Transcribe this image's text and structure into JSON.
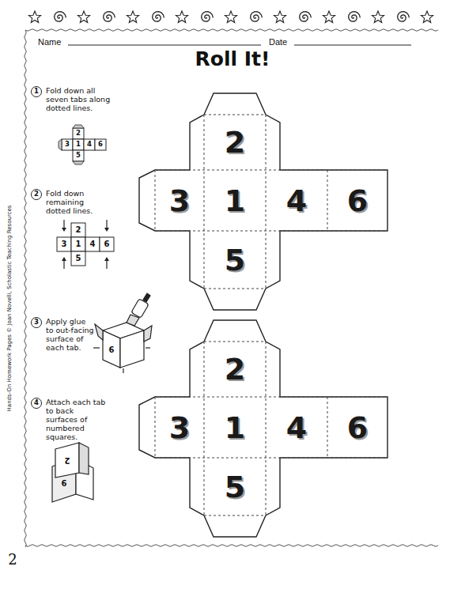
{
  "diagram": {
    "title": "Roll It!",
    "nodes": [
      {
        "text": [
          "2"
        ]
      },
      {
        "text": [
          "3"
        ]
      },
      {
        "text": [
          "1"
        ]
      },
      {
        "text": [
          "4"
        ]
      },
      {
        "text": [
          "6"
        ]
      },
      {
        "text": [
          "5"
        ]
      },
      {
        "text": [
          "2"
        ]
      },
      {
        "text": [
          "3"
        ]
      },
      {
        "text": [
          "1"
        ]
      },
      {
        "text": [
          "4"
        ]
      },
      {
        "text": [
          "6"
        ]
      },
      {
        "text": [
          "5"
        ]
      }
    ],
    "labels": [
      "Name",
      "Date",
      "1",
      "Fold down all seven tabs along dotted lines.",
      "2",
      "3",
      "1",
      "4",
      "6",
      "5",
      "2",
      "Fold down remaining dotted lines.",
      "2",
      "3",
      "1",
      "4",
      "6",
      "5",
      "3",
      "Apply glue to out-facing surface of each tab.",
      "6",
      "4",
      "Attach each tab to back surfaces of numbered squares.",
      "2",
      "6",
      "Hands-On Homework Pages © Joan Novelli, Scholastic Teaching Resources",
      "2"
    ]
  }
}
